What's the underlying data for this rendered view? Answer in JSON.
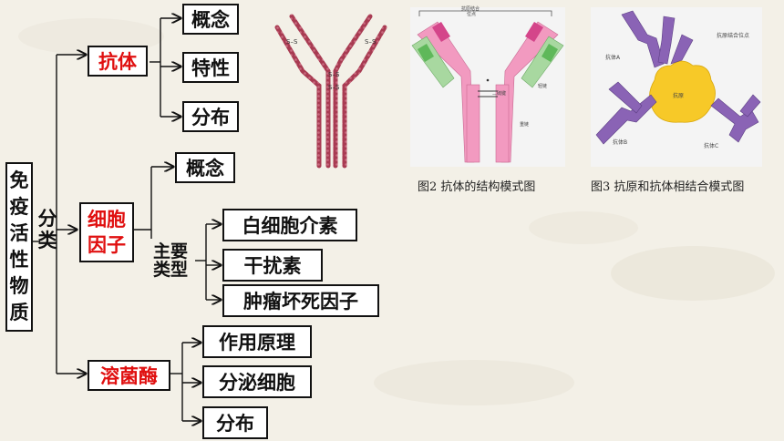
{
  "root": {
    "chars": [
      "免",
      "疫",
      "活",
      "性",
      "物",
      "质"
    ]
  },
  "classify": {
    "chars": [
      "分",
      "类"
    ]
  },
  "antibody": {
    "label": "抗体",
    "items": [
      "概念",
      "特性",
      "分布"
    ]
  },
  "cytokine": {
    "label_line1": "细胞",
    "label_line2": "因子",
    "concept": "概念",
    "main_types_line1": "主要",
    "main_types_line2": "类型",
    "types": [
      "白细胞介素",
      "干扰素",
      "肿瘤坏死因子"
    ]
  },
  "lysozyme": {
    "label": "溶菌酶",
    "items": [
      "作用原理",
      "分泌细胞",
      "分布"
    ]
  },
  "figure2": {
    "caption": "图2 抗体的结构模式图",
    "top_label_1": "抗原结合",
    "top_label_2": "位点",
    "disulfide": "二硫键",
    "light_chain": "轻链",
    "heavy_chain": "重链"
  },
  "figure3": {
    "caption": "图3 抗原和抗体相结合模式图",
    "binding_site": "抗原结合位点",
    "antibody_a": "抗体A",
    "antigen": "抗原",
    "antibody_b": "抗体B",
    "antibody_c": "抗体C"
  },
  "figure1": {
    "ss1": "S–S",
    "ss2": "S–S",
    "ss3": "S–S",
    "ss4": "S–S"
  },
  "colors": {
    "red_label": "#e01010",
    "heavy_chain": "#f29ac0",
    "light_chain": "#a8d8a0",
    "antigen": "#f7c928",
    "antibody_purple": "#8a63b5",
    "chain_bead": "#a83b52"
  }
}
